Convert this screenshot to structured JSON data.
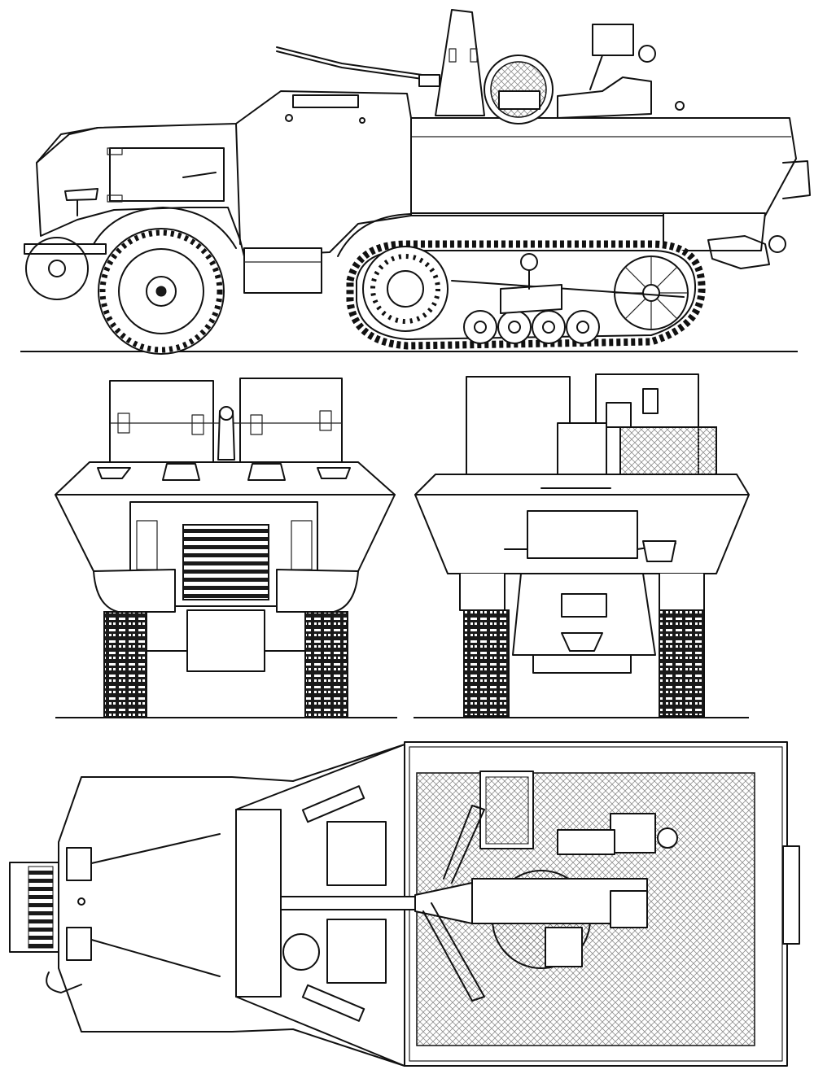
{
  "colors": {
    "ink": "#111111",
    "paper": "#ffffff",
    "mesh": "#8a8a8a"
  },
  "views": [
    "side-view",
    "front-view",
    "rear-view",
    "top-view"
  ]
}
